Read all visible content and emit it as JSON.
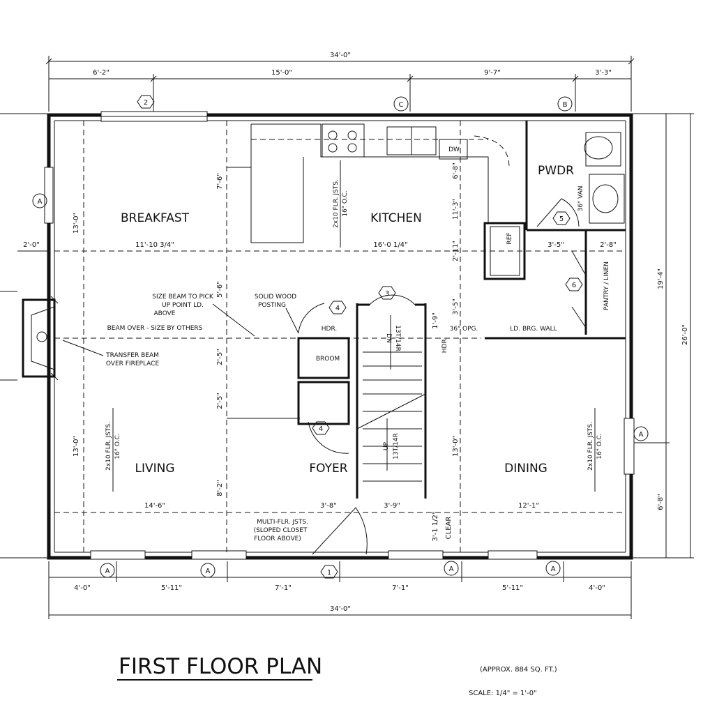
{
  "title": "FIRST FLOOR PLAN",
  "area": "(APPROX. 884 SQ. FT.)",
  "scale": "SCALE: 1/4\" = 1'-0\"",
  "rooms": {
    "breakfast": "BREAKFAST",
    "kitchen": "KITCHEN",
    "pwdr": "PWDR",
    "pantry": "PANTRY / LINEN",
    "living": "LIVING",
    "foyer": "FOYER",
    "dining": "DINING",
    "broom": "BROOM"
  },
  "fixtures": {
    "dw": "DW",
    "ref": "REF",
    "van": "36\" VAN",
    "hdr_left": "HDR.",
    "hdr_right": "HDR.",
    "opg": "36\" OPG.",
    "ld_brg_wall": "LD. BRG. WALL",
    "clear": "CLEAR",
    "dn": "DN",
    "dn_spec": "13T/14R",
    "up": "UP",
    "up_spec": "13T/14R"
  },
  "joists": {
    "kitchen": [
      "2x10 FLR. JSTS.",
      "16\" O.C."
    ],
    "living": [
      "2x10 FLR. JSTS.",
      "16\" O.C."
    ],
    "dining": [
      "2x10 FLR. JSTS.",
      "16\" O.C."
    ]
  },
  "notes": {
    "size_beam": [
      "SIZE BEAM TO PICK",
      "UP POINT LD.",
      "ABOVE"
    ],
    "solid_wood": [
      "SOLID WOOD",
      "POSTING"
    ],
    "beam_over": "BEAM OVER - SIZE BY OTHERS",
    "transfer_beam": [
      "TRANSFER BEAM",
      "OVER FIREPLACE"
    ],
    "multi_flr": [
      "MULTI-FLR. JSTS.",
      "(SLOPED CLOSET",
      "FLOOR ABOVE)"
    ]
  },
  "dimensions": {
    "top_total": "34'-0\"",
    "top_segments": [
      "6'-2\"",
      "15'-0\"",
      "9'-7\"",
      "3'-3\""
    ],
    "bottom_total": "34'-0\"",
    "bottom_segments": [
      "4'-0\"",
      "5'-11\"",
      "7'-1\"",
      "7'-1\"",
      "5'-11\"",
      "4'-0\""
    ],
    "right_total": "26'-0\"",
    "right_upper": "19'-4\"",
    "right_lower": "6'-8\"",
    "left_fireplace": "2'-0\"",
    "breakfast_height": "13'-0\"",
    "living_height": "13'-0\"",
    "breakfast_width": "11'-10 3/4\"",
    "kitchen_width": "16'-0 1/4\"",
    "living_width": "14'-6\"",
    "foyer_width": "3'-8\"",
    "stair_width": "3'-9\"",
    "dining_width": "12'-1\"",
    "dining_height": "13'-0\"",
    "kitchen_upper": "7'-6\"",
    "beam_upper": "5'-6\"",
    "beam_mid": "2'-5\"",
    "beam_mid2": "2'-5\"",
    "living_lower": "8'-2\"",
    "kitchen_depth": "11'-3\"",
    "dw_depth": "6'-8\"",
    "ref_depth": "2'-11\"",
    "stair_top": "3'-5\"",
    "stair_gap": "1'-9\"",
    "clear_dim": "3'-1 1/2\"",
    "pwdr_width": "3'-5\"",
    "pantry_width": "2'-8\""
  },
  "tags": {
    "door_2": "2",
    "sect_c": "C",
    "sect_b": "B",
    "win_a_left": "A",
    "win_a_right": "A",
    "door_5": "5",
    "door_6": "6",
    "door_3": "3",
    "door_4_top": "4",
    "door_4_bottom": "4",
    "door_1": "1",
    "win_a_b1": "A",
    "win_a_b2": "A",
    "win_a_b3": "A",
    "win_a_b4": "A"
  }
}
